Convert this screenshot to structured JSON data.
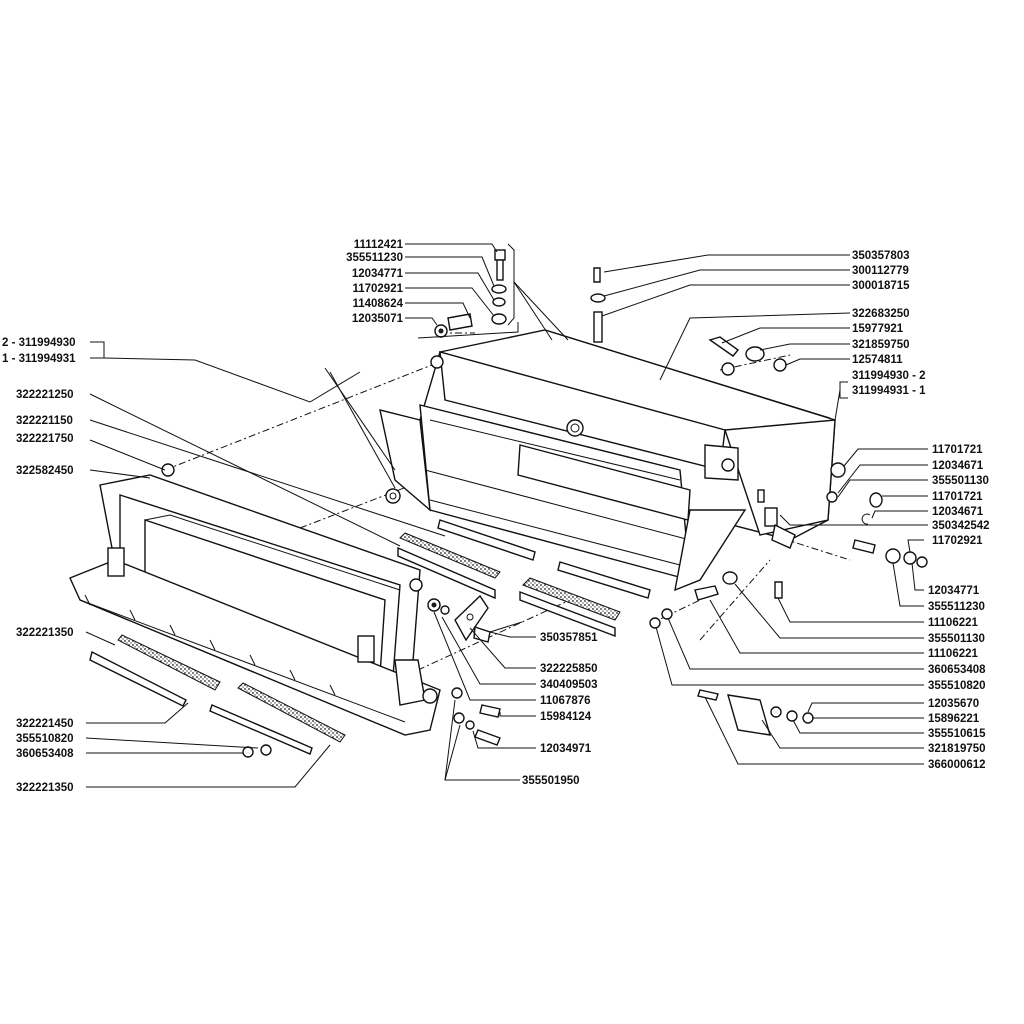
{
  "labels": {
    "l_11112421": "11112421",
    "l_355511230a": "355511230",
    "l_12034771a": "12034771",
    "l_11702921a": "11702921",
    "l_11408624": "11408624",
    "l_12035071": "12035071",
    "l_2_311994930": "2 - 311994930",
    "l_1_311994931": "1 - 311994931",
    "l_322221250": "322221250",
    "l_322221150": "322221150",
    "l_322221750": "322221750",
    "l_322582450": "322582450",
    "l_322221350a": "322221350",
    "l_322221450": "322221450",
    "l_355510820a": "355510820",
    "l_360653408a": "360653408",
    "l_322221350b": "322221350",
    "l_350357851": "350357851",
    "l_322225850": "322225850",
    "l_340409503": "340409503",
    "l_11067876": "11067876",
    "l_15984124": "15984124",
    "l_12034971": "12034971",
    "l_355501950": "355501950",
    "r_350357803": "350357803",
    "r_300112779": "300112779",
    "r_300018715": "300018715",
    "r_322683250": "322683250",
    "r_15977921": "15977921",
    "r_321859750": "321859750",
    "r_12574811": "12574811",
    "r_311994930_2": "311994930 - 2",
    "r_311994931_1": "311994931 - 1",
    "r_11701721a": "11701721",
    "r_12034671a": "12034671",
    "r_355501130a": "355501130",
    "r_11701721b": "11701721",
    "r_12034671b": "12034671",
    "r_350342542": "350342542",
    "r_11702921b": "11702921",
    "r_12034771b": "12034771",
    "r_355511230b": "355511230",
    "r_11106221a": "11106221",
    "r_355501130b": "355501130",
    "r_11106221b": "11106221",
    "r_360653408b": "360653408",
    "r_355510820b": "355510820",
    "r_12035670": "12035670",
    "r_15896221": "15896221",
    "r_355510615": "355510615",
    "r_321819750": "321819750",
    "r_366000612": "366000612"
  }
}
